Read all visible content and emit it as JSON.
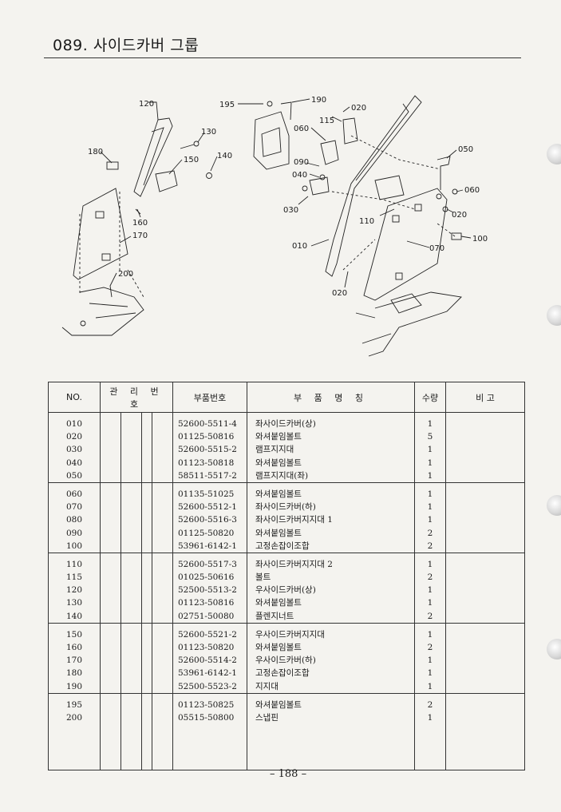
{
  "page": {
    "title": "089. 사이드카버 그룹",
    "page_number": "– 188 –"
  },
  "callouts": {
    "c010": "010",
    "c020a": "020",
    "c020b": "020",
    "c020c": "020",
    "c030": "030",
    "c040": "040",
    "c050": "050",
    "c060a": "060",
    "c060b": "060",
    "c070": "070",
    "c090": "090",
    "c100": "100",
    "c110": "110",
    "c115": "115",
    "c120": "120",
    "c130": "130",
    "c140": "140",
    "c150": "150",
    "c160": "160",
    "c170": "170",
    "c180": "180",
    "c190": "190",
    "c195": "195",
    "c200": "200"
  },
  "table": {
    "headers": {
      "no": "NO.",
      "mgmt": "관 리 번 호",
      "part": "부품번호",
      "name": "부 품 명 칭",
      "qty": "수량",
      "remarks": "비 고"
    },
    "groups": [
      {
        "no": [
          "010",
          "020",
          "030",
          "040",
          "050"
        ],
        "part": [
          "52600-5511-4",
          "01125-50816",
          "52600-5515-2",
          "01123-50818",
          "58511-5517-2"
        ],
        "name": [
          "좌사이드카버(상)",
          "와셔붙임볼트",
          "램프지지대",
          "와셔붙임볼트",
          "램프지지대(좌)"
        ],
        "qty": [
          "1",
          "5",
          "1",
          "1",
          "1"
        ]
      },
      {
        "no": [
          "060",
          "070",
          "080",
          "090",
          "100"
        ],
        "part": [
          "01135-51025",
          "52600-5512-1",
          "52600-5516-3",
          "01125-50820",
          "53961-6142-1"
        ],
        "name": [
          "와셔붙임볼트",
          "좌사이드카버(하)",
          "좌사이드카버지지대 1",
          "와셔붙임볼트",
          "고정손잡이조합"
        ],
        "qty": [
          "1",
          "1",
          "1",
          "2",
          "2"
        ]
      },
      {
        "no": [
          "110",
          "115",
          "120",
          "130",
          "140"
        ],
        "part": [
          "52600-5517-3",
          "01025-50616",
          "52500-5513-2",
          "01123-50816",
          "02751-50080"
        ],
        "name": [
          "좌사이드카버지지대 2",
          "볼트",
          "우사이드카버(상)",
          "와셔붙임볼트",
          "플렌지너트"
        ],
        "qty": [
          "1",
          "2",
          "1",
          "1",
          "2"
        ]
      },
      {
        "no": [
          "150",
          "160",
          "170",
          "180",
          "190"
        ],
        "part": [
          "52600-5521-2",
          "01123-50820",
          "52600-5514-2",
          "53961-6142-1",
          "52500-5523-2"
        ],
        "name": [
          "우사이드카버지지대",
          "와셔붙임볼트",
          "우사이드카버(하)",
          "고정손잡이조합",
          "지지대"
        ],
        "qty": [
          "1",
          "2",
          "1",
          "1",
          "1"
        ]
      },
      {
        "no": [
          "195",
          "200"
        ],
        "part": [
          "01123-50825",
          "05515-50800"
        ],
        "name": [
          "와셔붙임볼트",
          "스냅핀"
        ],
        "qty": [
          "2",
          "1"
        ]
      }
    ]
  }
}
